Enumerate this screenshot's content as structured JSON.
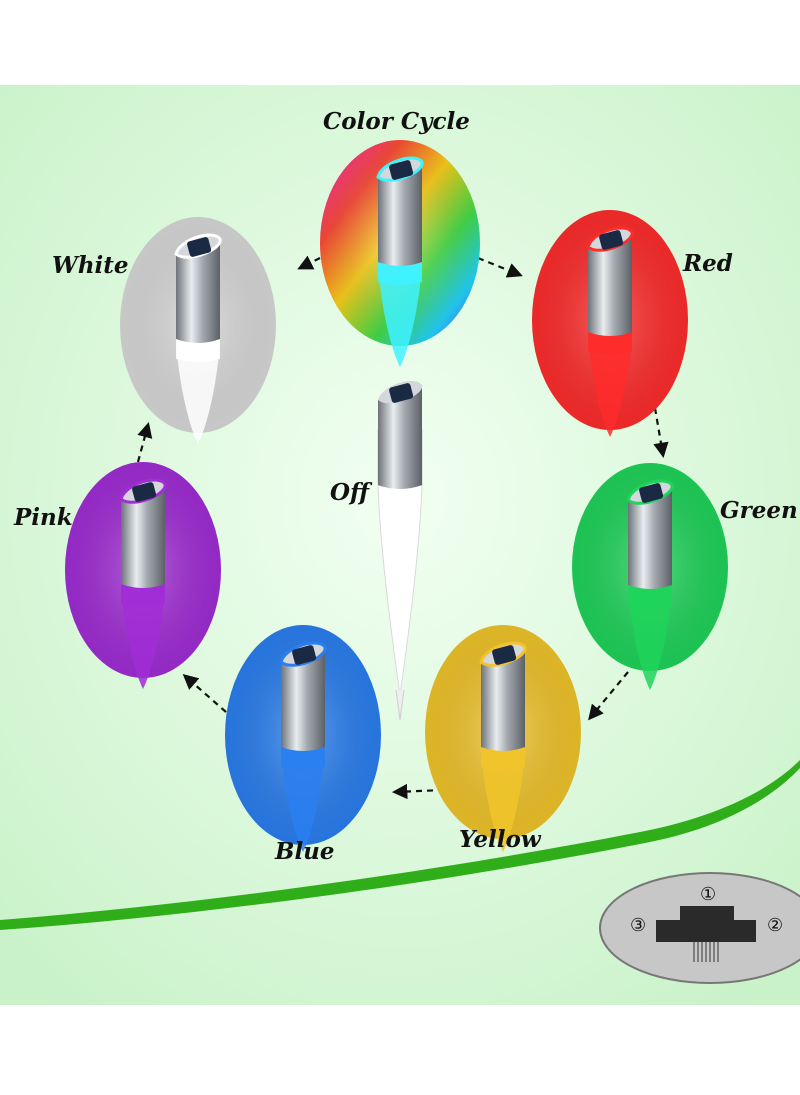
{
  "modes": [
    {
      "id": "color-cycle",
      "label": "Color Cycle",
      "color": "rainbow"
    },
    {
      "id": "red",
      "label": "Red",
      "color": "#ff2c2c"
    },
    {
      "id": "green",
      "label": "Green",
      "color": "#1fd45a"
    },
    {
      "id": "yellow",
      "label": "Yellow",
      "color": "#f0c42a"
    },
    {
      "id": "blue",
      "label": "Blue",
      "color": "#2a7ff0"
    },
    {
      "id": "pink",
      "label": "Pink",
      "color": "#a12dd6"
    },
    {
      "id": "white",
      "label": "White",
      "color": "#d9d9d9"
    }
  ],
  "center": {
    "label": "Off"
  },
  "switch": {
    "pos1": "①",
    "pos2": "②",
    "pos3": "③"
  },
  "colors": {
    "background": "#d6f8d6",
    "green_band": "#2fae1a",
    "lamp_body": "#8f959b"
  }
}
